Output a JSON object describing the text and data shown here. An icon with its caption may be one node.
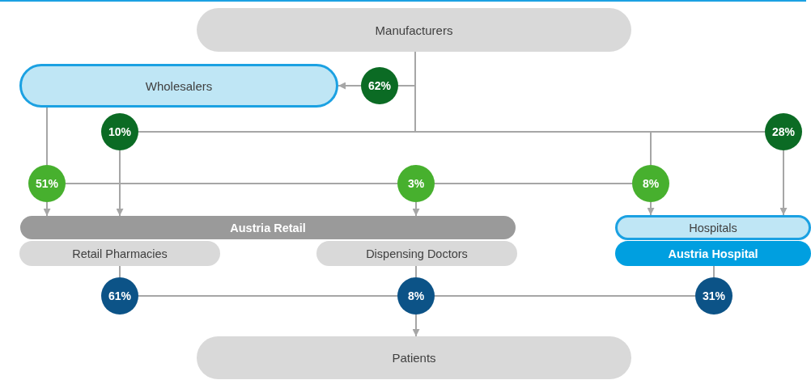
{
  "diagram": {
    "nodes": [
      {
        "text": [
          "Manufacturers"
        ]
      },
      {
        "text": [
          "Wholesalers"
        ]
      },
      {
        "text": [
          "62%"
        ]
      },
      {
        "text": [
          "10%"
        ]
      },
      {
        "text": [
          "28%"
        ]
      },
      {
        "text": [
          "51%"
        ]
      },
      {
        "text": [
          "3%"
        ]
      },
      {
        "text": [
          "8%"
        ]
      },
      {
        "text": [
          "Austria Retail"
        ]
      },
      {
        "text": [
          "Retail Pharmacies"
        ]
      },
      {
        "text": [
          "Dispensing Doctors"
        ]
      },
      {
        "text": [
          "Hospitals"
        ]
      },
      {
        "text": [
          "Austria Hospital"
        ]
      },
      {
        "text": [
          "61%"
        ]
      },
      {
        "text": [
          "8%"
        ]
      },
      {
        "text": [
          "31%"
        ]
      },
      {
        "text": [
          "Patients"
        ]
      }
    ],
    "edges": [
      {
        "from": 0,
        "to": 2,
        "arrow": "none"
      },
      {
        "from": 2,
        "to": 1,
        "arrow": "to"
      },
      {
        "from": 0,
        "to": 3,
        "arrow": "none"
      },
      {
        "from": 0,
        "to": 4,
        "arrow": "none"
      },
      {
        "from": 0,
        "to": 7,
        "arrow": "none"
      },
      {
        "from": 3,
        "to": 8,
        "arrow": "to"
      },
      {
        "from": 4,
        "to": 11,
        "arrow": "to"
      },
      {
        "from": 1,
        "to": 5,
        "arrow": "none"
      },
      {
        "from": 5,
        "to": 8,
        "arrow": "to"
      },
      {
        "from": 5,
        "to": 6,
        "arrow": "none"
      },
      {
        "from": 6,
        "to": 8,
        "arrow": "to"
      },
      {
        "from": 6,
        "to": 7,
        "arrow": "none"
      },
      {
        "from": 7,
        "to": 11,
        "arrow": "to"
      },
      {
        "from": 9,
        "to": 13,
        "arrow": "none"
      },
      {
        "from": 10,
        "to": 14,
        "arrow": "none"
      },
      {
        "from": 12,
        "to": 15,
        "arrow": "none"
      },
      {
        "from": 13,
        "to": 14,
        "arrow": "none"
      },
      {
        "from": 15,
        "to": 14,
        "arrow": "none"
      },
      {
        "from": 14,
        "to": 16,
        "arrow": "to"
      }
    ]
  }
}
